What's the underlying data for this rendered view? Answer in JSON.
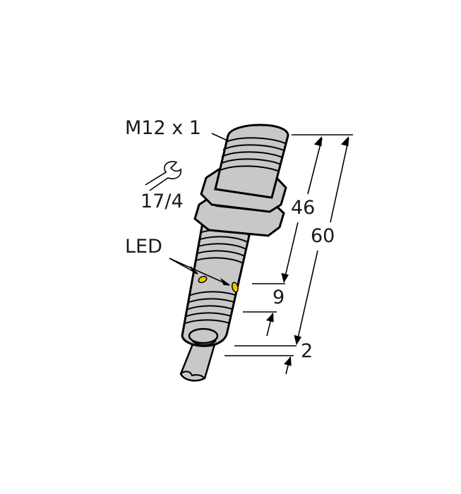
{
  "diagram": {
    "subject": "cylindrical inductive sensor with cable",
    "colors": {
      "body_fill": "#c8c8c8",
      "outline": "#000000",
      "led": "#f5c400",
      "background": "#ffffff"
    },
    "labels": {
      "thread": "M12 x 1",
      "wrench_size": "17/4",
      "led": "LED"
    },
    "icons": {
      "wrench": "wrench-icon"
    },
    "dimensions": {
      "thread_length": "46",
      "total_length": "60",
      "led_zone": "9",
      "cable_offset": "2"
    }
  }
}
